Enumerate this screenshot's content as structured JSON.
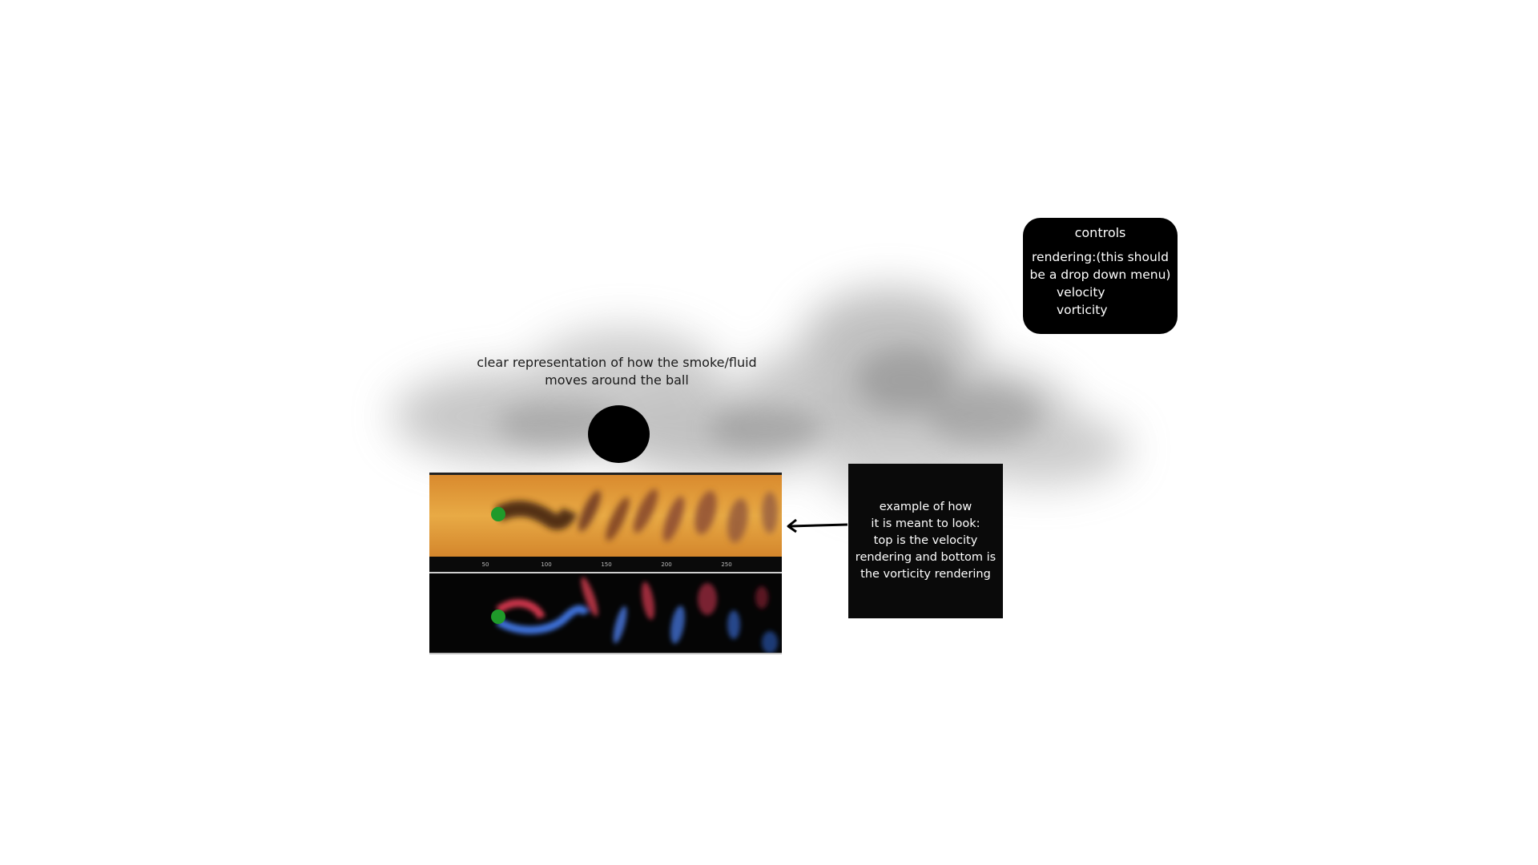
{
  "caption": {
    "line1": "clear representation of how the smoke/fluid",
    "line2": "moves around the ball"
  },
  "note": {
    "lines": [
      "example of how",
      "it is meant to look:",
      "top is the velocity",
      "rendering and bottom is",
      "the vorticity rendering"
    ]
  },
  "controls": {
    "title": "controls",
    "description_lines": [
      "rendering:(this should",
      "be a drop down menu)"
    ],
    "options": [
      "velocity",
      "vorticity"
    ]
  },
  "example_axis_ticks": [
    "50",
    "100",
    "150",
    "200",
    "250"
  ],
  "colors": {
    "smoke": "#8c8c8c",
    "velocity_bg": "#e3a33c",
    "velocity_wake": "#3a1c10",
    "vorticity_bg": "#050505",
    "vorticity_positive": "#c8344a",
    "vorticity_negative": "#3c6fd6",
    "obstacle": "#1f9a2a",
    "box_bg": "#000000"
  },
  "icons": {
    "arrow": "arrow-left-icon",
    "ball": "ball-shape"
  }
}
